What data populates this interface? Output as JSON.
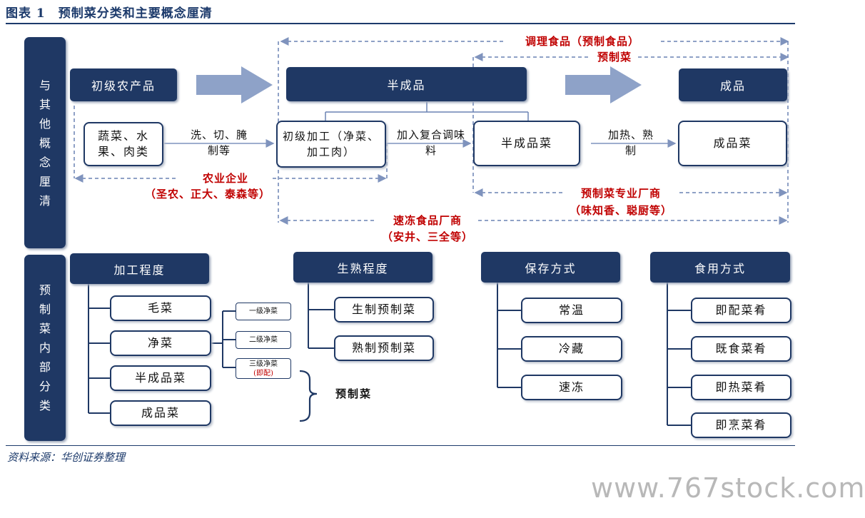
{
  "title": "图表 1　预制菜分类和主要概念厘清",
  "source": "资料来源：华创证券整理",
  "watermark": "www.767stock.com",
  "colors": {
    "navy": "#1f3864",
    "red": "#c00000",
    "arrow": "#8ea2c8"
  },
  "section1": {
    "side_label": "与其他概念厘清",
    "headers": {
      "raw": "初级农产品",
      "semi": "半成品",
      "finished": "成品"
    },
    "boxes": {
      "veg": "蔬菜、水果、肉类",
      "primary": "初级加工（净菜、加工肉）",
      "semi_dish": "半成品菜",
      "finished_dish": "成品菜"
    },
    "steps": {
      "wash": "洗、切、腌制等",
      "season": "加入复合调味料",
      "heat": "加热、熟制"
    },
    "ranges": {
      "prepared_food": "调理食品（预制食品）",
      "prepared_dish": "预制菜",
      "agri_line1": "农业企业",
      "agri_line2": "（圣农、正大、泰森等）",
      "specialist_line1": "预制菜专业厂商",
      "specialist_line2": "（味知香、聪厨等）",
      "frozen_line1": "速冻食品厂商",
      "frozen_line2": "（安井、三全等）"
    }
  },
  "section2": {
    "side_label": "预制菜内部分类",
    "processing": {
      "header": "加工程度",
      "items": [
        "毛菜",
        "净菜",
        "半成品菜",
        "成品菜"
      ],
      "sub": [
        "一级净菜",
        "二级净菜",
        "三级净菜"
      ],
      "sub_note": "(即配)",
      "bracket_label": "预制菜"
    },
    "cooked": {
      "header": "生熟程度",
      "items": [
        "生制预制菜",
        "熟制预制菜"
      ]
    },
    "storage": {
      "header": "保存方式",
      "items": [
        "常温",
        "冷藏",
        "速冻"
      ]
    },
    "eating": {
      "header": "食用方式",
      "items": [
        "即配菜肴",
        "既食菜肴",
        "即热菜肴",
        "即烹菜肴"
      ]
    }
  }
}
